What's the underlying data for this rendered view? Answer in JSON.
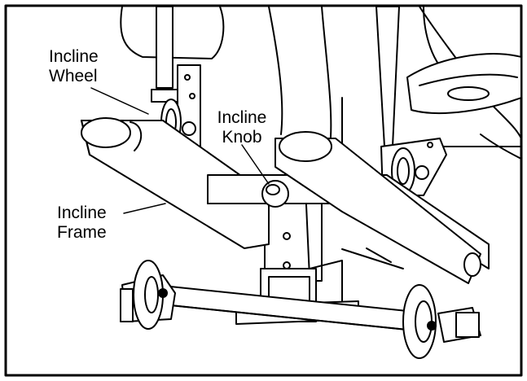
{
  "labels": {
    "incline_wheel": {
      "line1": "Incline",
      "line2": "Wheel"
    },
    "incline_knob": {
      "line1": "Incline",
      "line2": "Knob"
    },
    "incline_frame": {
      "line1": "Incline",
      "line2": "Frame"
    }
  },
  "colors": {
    "line": "#000000",
    "background": "#ffffff",
    "shade": "#d9d9d9"
  }
}
